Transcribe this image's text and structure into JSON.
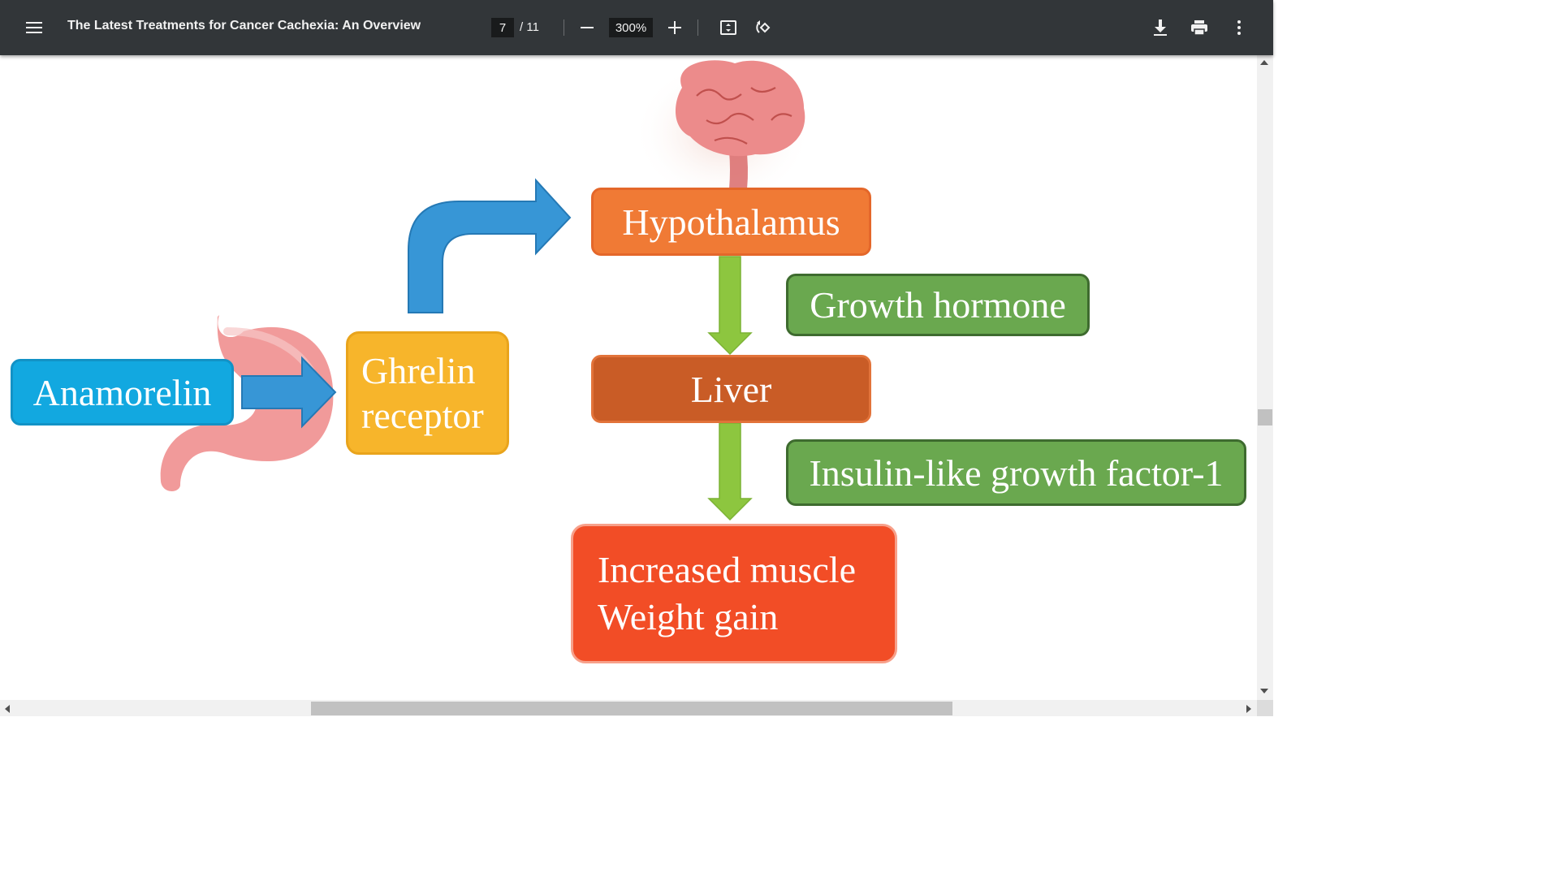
{
  "toolbar": {
    "title": "The Latest Treatments for Cancer Cachexia: An Overview",
    "page_current": "7",
    "page_total": "/ 11",
    "zoom": "300%"
  },
  "diagram": {
    "anamorelin": "Anamorelin",
    "ghrelin_line1": "Ghrelin",
    "ghrelin_line2": "receptor",
    "hypothalamus": "Hypothalamus",
    "growth_hormone": "Growth hormone",
    "liver": "Liver",
    "igf": "Insulin-like growth factor-1",
    "result_line1": "Increased muscle",
    "result_line2": "Weight gain"
  },
  "colors": {
    "toolbar_bg": "#323639",
    "anamorelin": "#12a8e0",
    "ghrelin": "#f7b52b",
    "hypothalamus": "#f07a35",
    "green_box": "#6aa84f",
    "liver": "#c95c26",
    "result": "#f24d26",
    "blue_arrow": "#3796d6",
    "green_arrow": "#8dc63f"
  },
  "icons": {
    "menu": "hamburger-menu-icon",
    "zoom_out": "minus-icon",
    "zoom_in": "plus-icon",
    "fit": "fit-to-page-icon",
    "rotate": "rotate-icon",
    "download": "download-icon",
    "print": "print-icon",
    "more": "more-vert-icon"
  }
}
